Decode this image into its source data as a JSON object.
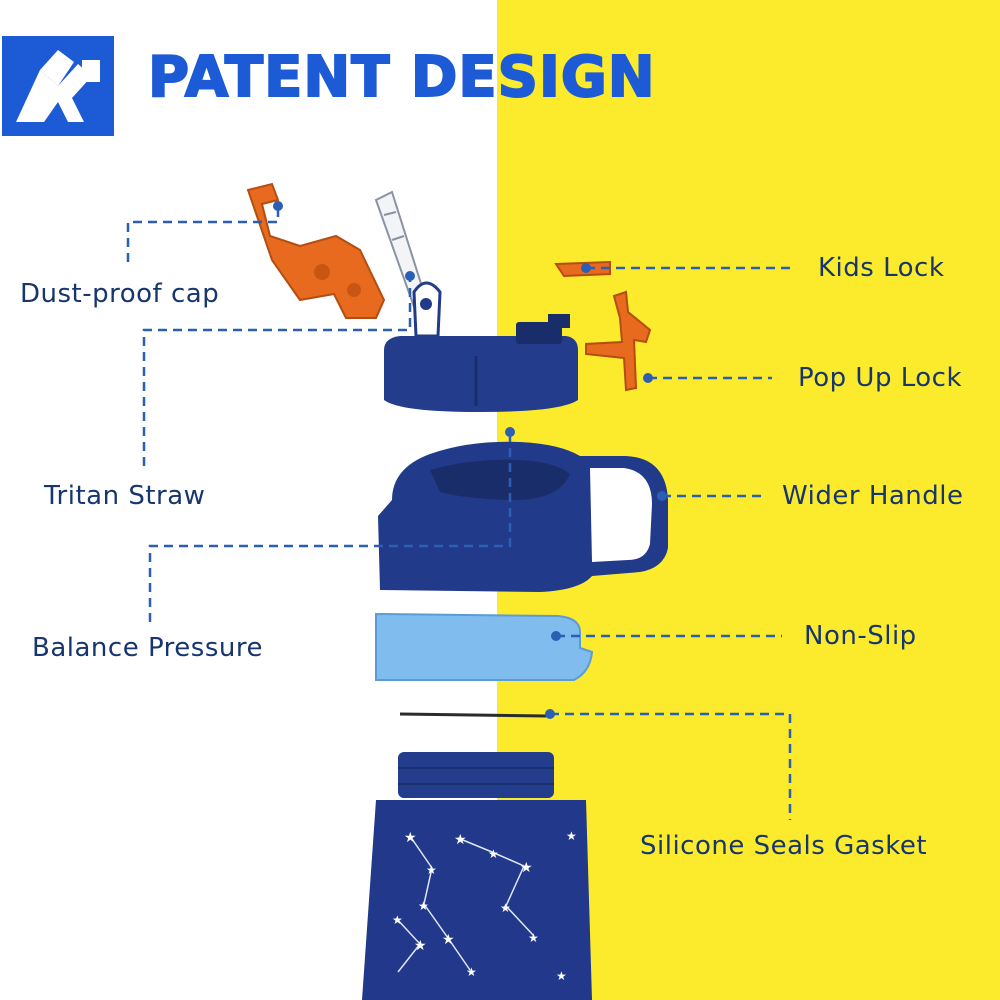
{
  "title": "PATENT DESIGN",
  "labels": {
    "dust_proof_cap": "Dust-proof cap",
    "tritan_straw": "Tritan Straw",
    "balance_pressure": "Balance Pressure",
    "kids_lock": "Kids Lock",
    "pop_up_lock": "Pop Up Lock",
    "wider_handle": "Wider Handle",
    "non_slip": "Non-Slip",
    "silicone_seals_gasket": "Silicone Seals Gasket"
  },
  "colors": {
    "title_blue": "#1d5bd6",
    "label_navy": "#17366e",
    "leader_blue": "#2a5fb4",
    "yellow": "#fbeb2c",
    "bottle_navy": "#223a8a",
    "orange": "#e86a1e",
    "light_blue": "#7fb8ec"
  },
  "icons": [
    "bottle-logo-icon"
  ]
}
